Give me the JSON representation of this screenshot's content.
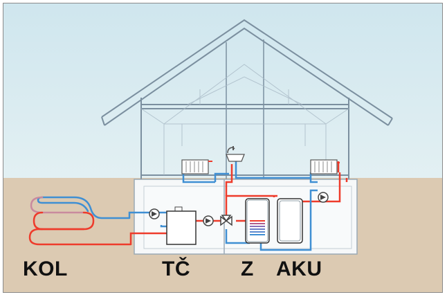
{
  "labels": {
    "collector": "KOL",
    "heat_pump": "TČ",
    "storage_tank": "Z",
    "accumulator": "AKU"
  },
  "colors": {
    "sky": "#d7ebf1",
    "ground": "#dcccb4",
    "house_line": "#7a8e9e",
    "hot_pipe": "#ee3b2b",
    "cold_pipe": "#3f8fd3",
    "basement_fill": "#f6f8f9"
  }
}
